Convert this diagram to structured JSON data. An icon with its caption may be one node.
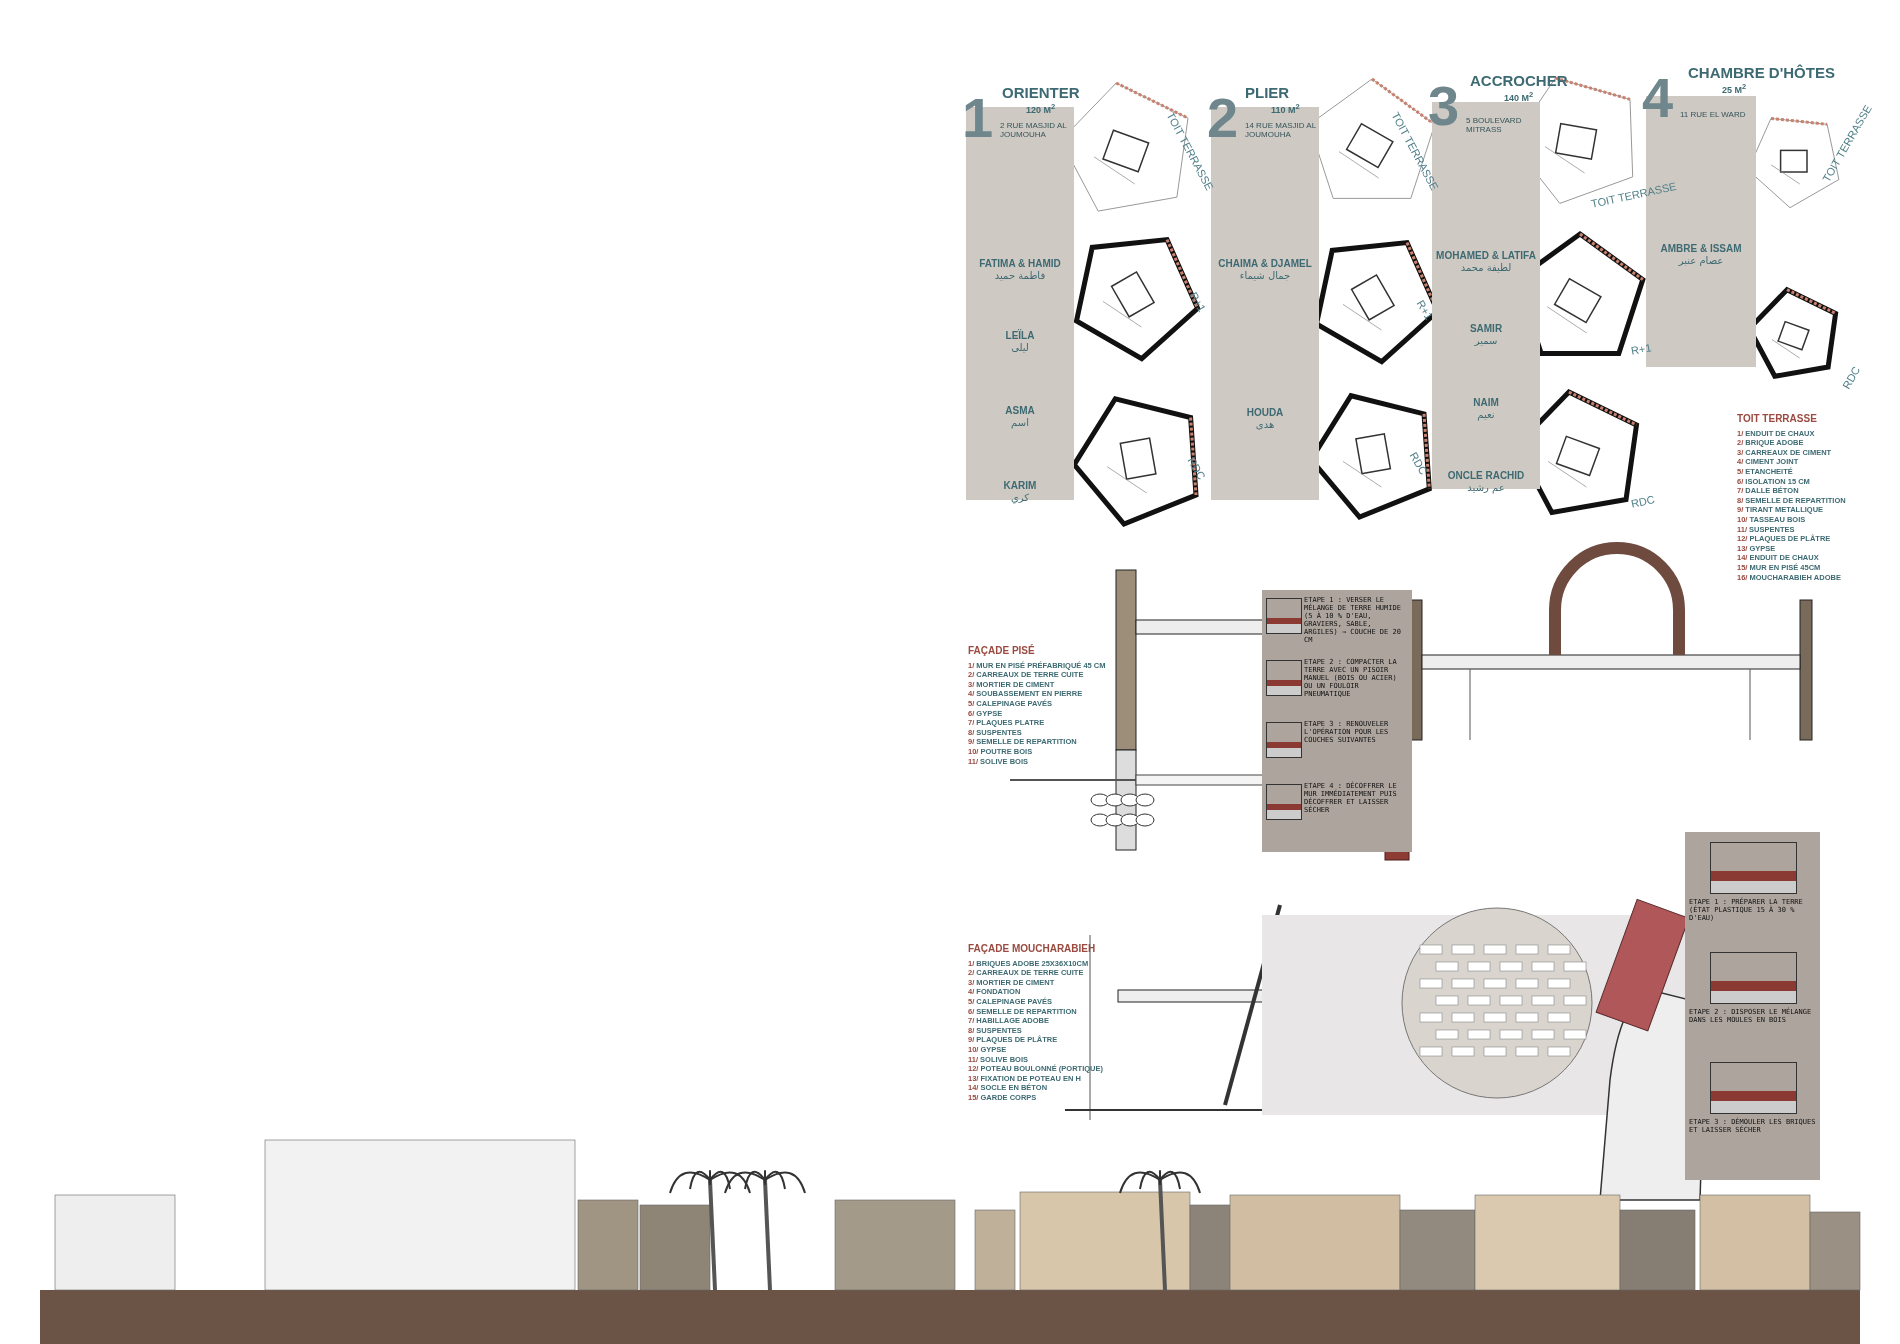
{
  "diagram": {
    "nodes": [
      {
        "text": [
          "1",
          "ORIENTER",
          "120 M$^{2}$",
          "2 RUE MASJID AL JOUMOUHA",
          "FATIMA & HAMID",
          "فاطمة حميد",
          "LEÏLA",
          "ليلى",
          "ASMA",
          "اسم",
          "KARIM",
          "كري"
        ]
      },
      {
        "text": [
          "2",
          "PLIER",
          "110 M$^{2}$",
          "14 RUE MASJID AL JOUMOUHA",
          "CHAIMA & DJAMEL",
          "جمال شيماء",
          "HOUDA",
          "هدى"
        ]
      },
      {
        "text": [
          "3",
          "ACCROCHER",
          "140 M$^{2}$",
          "5 BOULEVARD MITRASS",
          "MOHAMED & LATIFA",
          "لطيفة محمد",
          "SAMIR",
          "سمير",
          "NAIM",
          "نعيم",
          "ONCLE RACHID",
          "عم رشيد"
        ]
      },
      {
        "text": [
          "4",
          "CHAMBRE D'HÔTES",
          "25 M$^{2}$",
          "11 RUE EL WARD",
          "AMBRE & ISSAM",
          "عصام عنبر"
        ]
      },
      {
        "text": [
          "ETAPE 1 : VERSER LE MÉLANGE DE TERRE HUMIDE (5 À 10 % D'EAU, GRAVIERS, SABLE, ARGILES) → COUCHE DE 20 CM",
          "ETAPE 2 : COMPACTER LA TERRE AVEC UN PISOIR MANUEL (BOIS OU ACIER) OU UN FOULOIR PNEUMATIQUE",
          "ETAPE 3 : RENOUVELER L'OPÉRATION POUR LES COUCHES SUIVANTES",
          "ETAPE 4 : DÉCOFFRER LE MUR IMMÉDIATEMENT PUIS DÉCOFFRER ET LAISSER SÉCHER"
        ]
      },
      {
        "text": [
          "ETAPE 1 : PRÉPARER LA TERRE (ÉTAT PLASTIQUE 15 À 30 % D'EAU)",
          "ETAPE 2 : DISPOSER LE MÉLANGE DANS LES MOULES EN BOIS",
          "ETAPE 3 : DÉMOULER LES BRIQUES ET LAISSER SÉCHER"
        ]
      }
    ],
    "labels": [
      "TOIT TERRASSE",
      "R+1",
      "RDC",
      "TOIT TERRASSE",
      "R+1",
      "RDC",
      "TOIT TERRASSE",
      "R+1",
      "RDC",
      "TOIT TERRASSE",
      "RDC",
      "TOIT TERRASSE",
      "1/ ENDUIT DE CHAUX",
      "2/ BRIQUE ADOBE",
      "3/ CARREAUX DE CIMENT",
      "4/ CIMENT JOINT",
      "5/ ETANCHEITÉ",
      "6/ ISOLATION 15 CM",
      "7/ DALLE BÉTON",
      "8/ SEMELLE DE REPARTITION",
      "9/ TIRANT METALLIQUE",
      "10/ TASSEAU BOIS",
      "11/ SUSPENTES",
      "12/ PLAQUES DE PLÂTRE",
      "13/ GYPSE",
      "14/ ENDUIT DE CHAUX",
      "15/ MUR EN PISÉ 45CM",
      "16/ MOUCHARABIEH ADOBE",
      "FAÇADE PISÉ",
      "1/ MUR EN PISÉ PRÉFABRIQUÉ 45 CM",
      "2/ CARREAUX DE TERRE CUITE",
      "3/ MORTIER DE CIMENT",
      "4/ SOUBASSEMENT EN PIERRE",
      "5/ CALEPINAGE PAVÉS",
      "6/ GYPSE",
      "7/ PLAQUES PLATRE",
      "8/ SUSPENTES",
      "9/ SEMELLE DE REPARTITION",
      "10/ POUTRE BOIS",
      "11/ SOLIVE BOIS",
      "FAÇADE MOUCHARABIEH",
      "1/ BRIQUES ADOBE 25X36X10CM",
      "2/ CARREAUX DE TERRE CUITE",
      "3/ MORTIER DE CIMENT",
      "4/ FONDATION",
      "5/ CALEPINAGE PAVÉS",
      "6/ SEMELLE DE REPARTITION",
      "7/ HABILLAGE ADOBE",
      "8/ SUSPENTES",
      "9/ PLAQUES DE PLÂTRE",
      "10/ GYPSE",
      "11/ SOLIVE BOIS",
      "12/ POTEAU BOULONNÉ (PORTIQUE)",
      "13/ FIXATION DE POTEAU EN H",
      "14/ SOCLE EN BÉTON",
      "15/ GARDE CORPS"
    ]
  }
}
